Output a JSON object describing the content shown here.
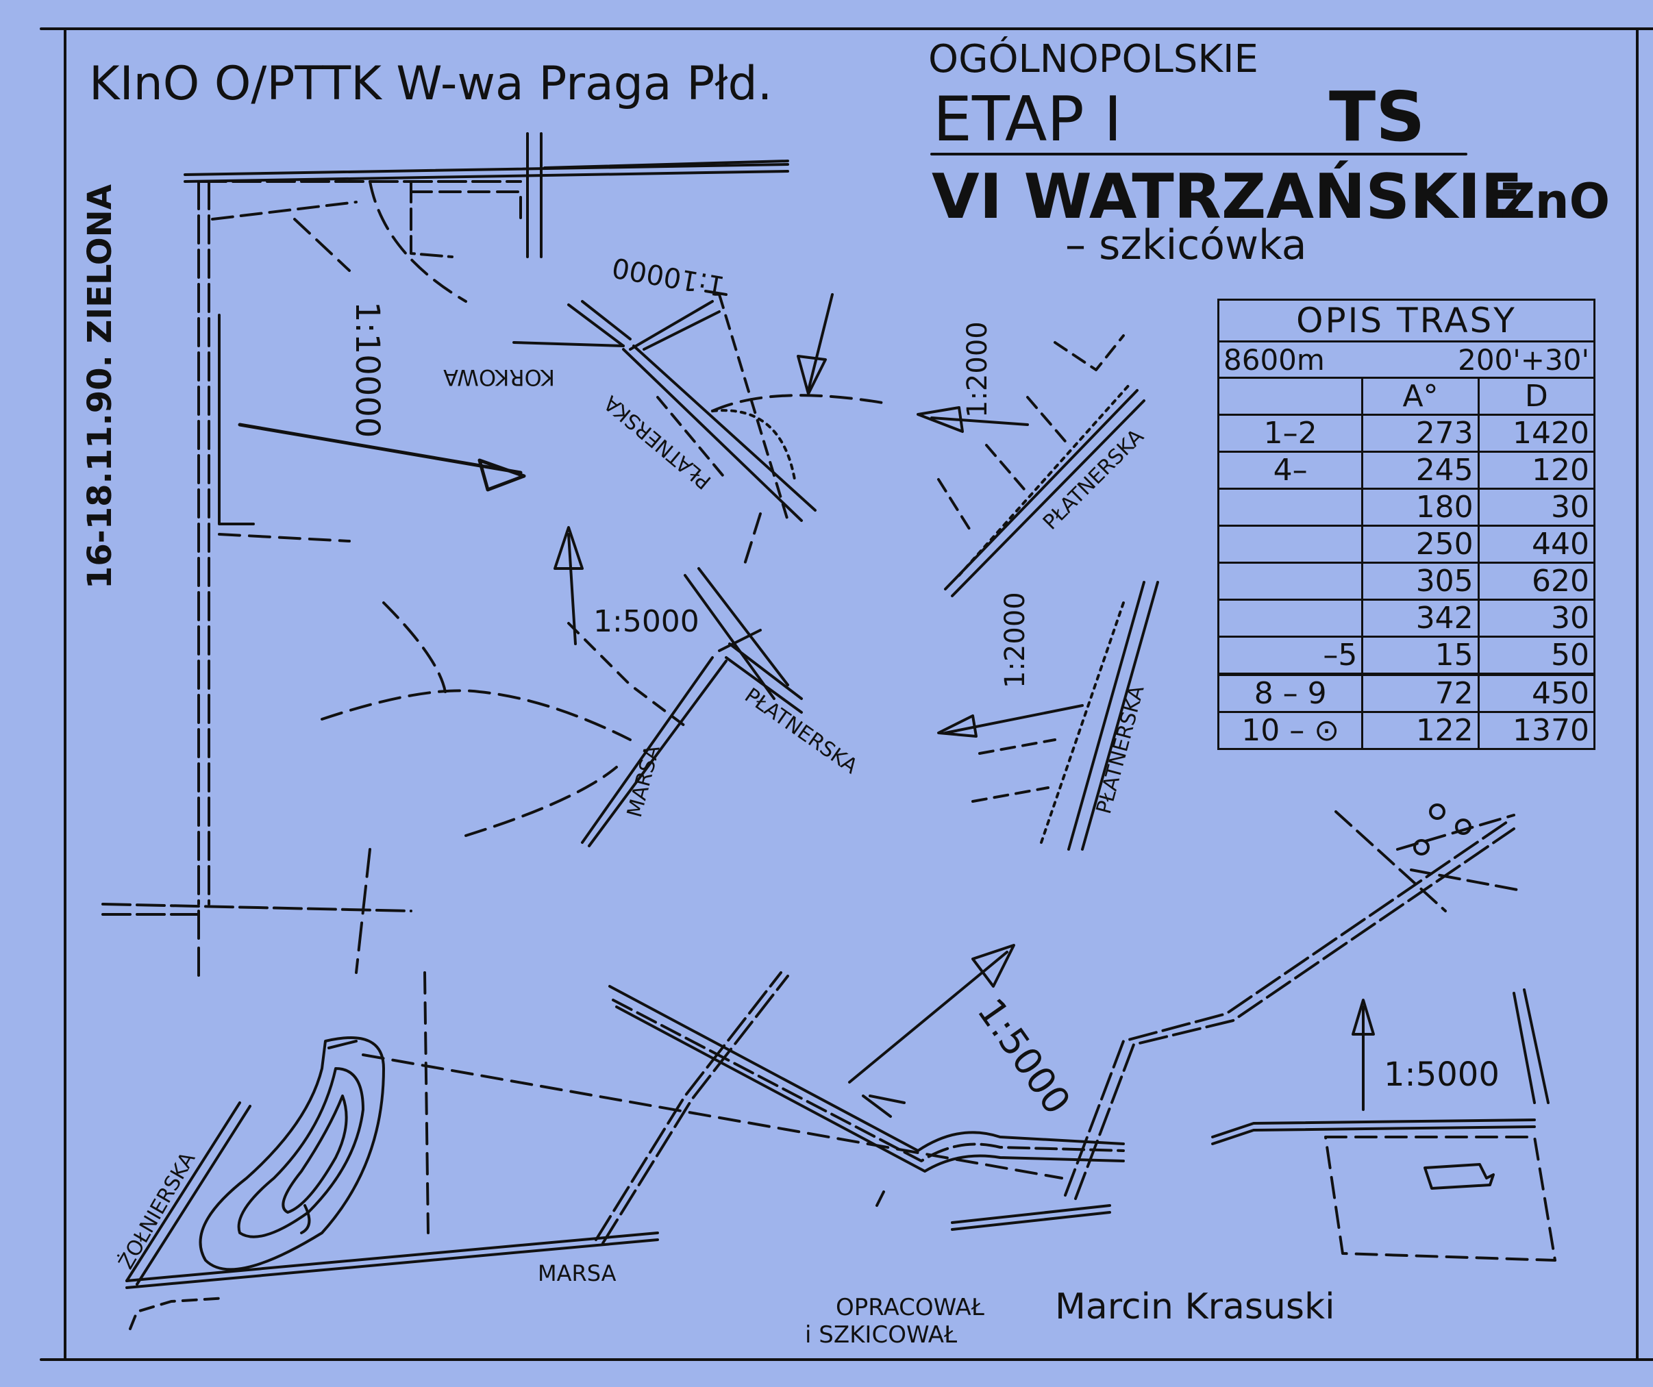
{
  "header": {
    "club": "KInO O/PTTK W-wa Praga Płd.",
    "line1": "OGÓLNOPOLSKIE",
    "line2": "ETAP I",
    "line2b": "TS",
    "line3": "VI WATRZAŃSKIE",
    "line3b": "ZnO",
    "line4": "– szkicówka"
  },
  "side_text": "16-18.11.90. ZIELONA",
  "table": {
    "title": "OPIS TRASY",
    "distance": "8600m",
    "time": "200'+30'",
    "col_a": "A°",
    "col_d": "D",
    "rows": [
      {
        "seg": "1–2",
        "a": "273",
        "d": "1420"
      },
      {
        "seg": "4–",
        "a": "245",
        "d": "120"
      },
      {
        "seg": "",
        "a": "180",
        "d": "30"
      },
      {
        "seg": "",
        "a": "250",
        "d": "440"
      },
      {
        "seg": "",
        "a": "305",
        "d": "620"
      },
      {
        "seg": "",
        "a": "342",
        "d": "30"
      },
      {
        "seg": "–5",
        "a": "15",
        "d": "50"
      },
      {
        "seg": "8 – 9",
        "a": "72",
        "d": "450"
      },
      {
        "seg": "10 – ⊙",
        "a": "122",
        "d": "1370"
      }
    ]
  },
  "scales": {
    "s1": "1:10000",
    "s2": "1:10000",
    "s3": "1:2000",
    "s4": "1:5000",
    "s5": "1:2000",
    "s6": "1:5000",
    "s7": "1:5000"
  },
  "streets": {
    "korkowa": "KORKOWA",
    "platnerska1": "PŁATNERSKA",
    "platnerska2": "PŁATNERSKA",
    "platnerska3": "PŁATNERSKA",
    "platnerska4": "PŁATNERSKA",
    "marsa1": "MARSA",
    "marsa2": "MARSA",
    "zolnierska": "ŻOŁNIERSKA"
  },
  "footer": {
    "line1": "OPRACOWAŁ",
    "line2": "i SZKICOWAŁ",
    "author": "Marcin Krasuski"
  },
  "colors": {
    "paper": "#9fb4ec",
    "ink": "#111111"
  }
}
